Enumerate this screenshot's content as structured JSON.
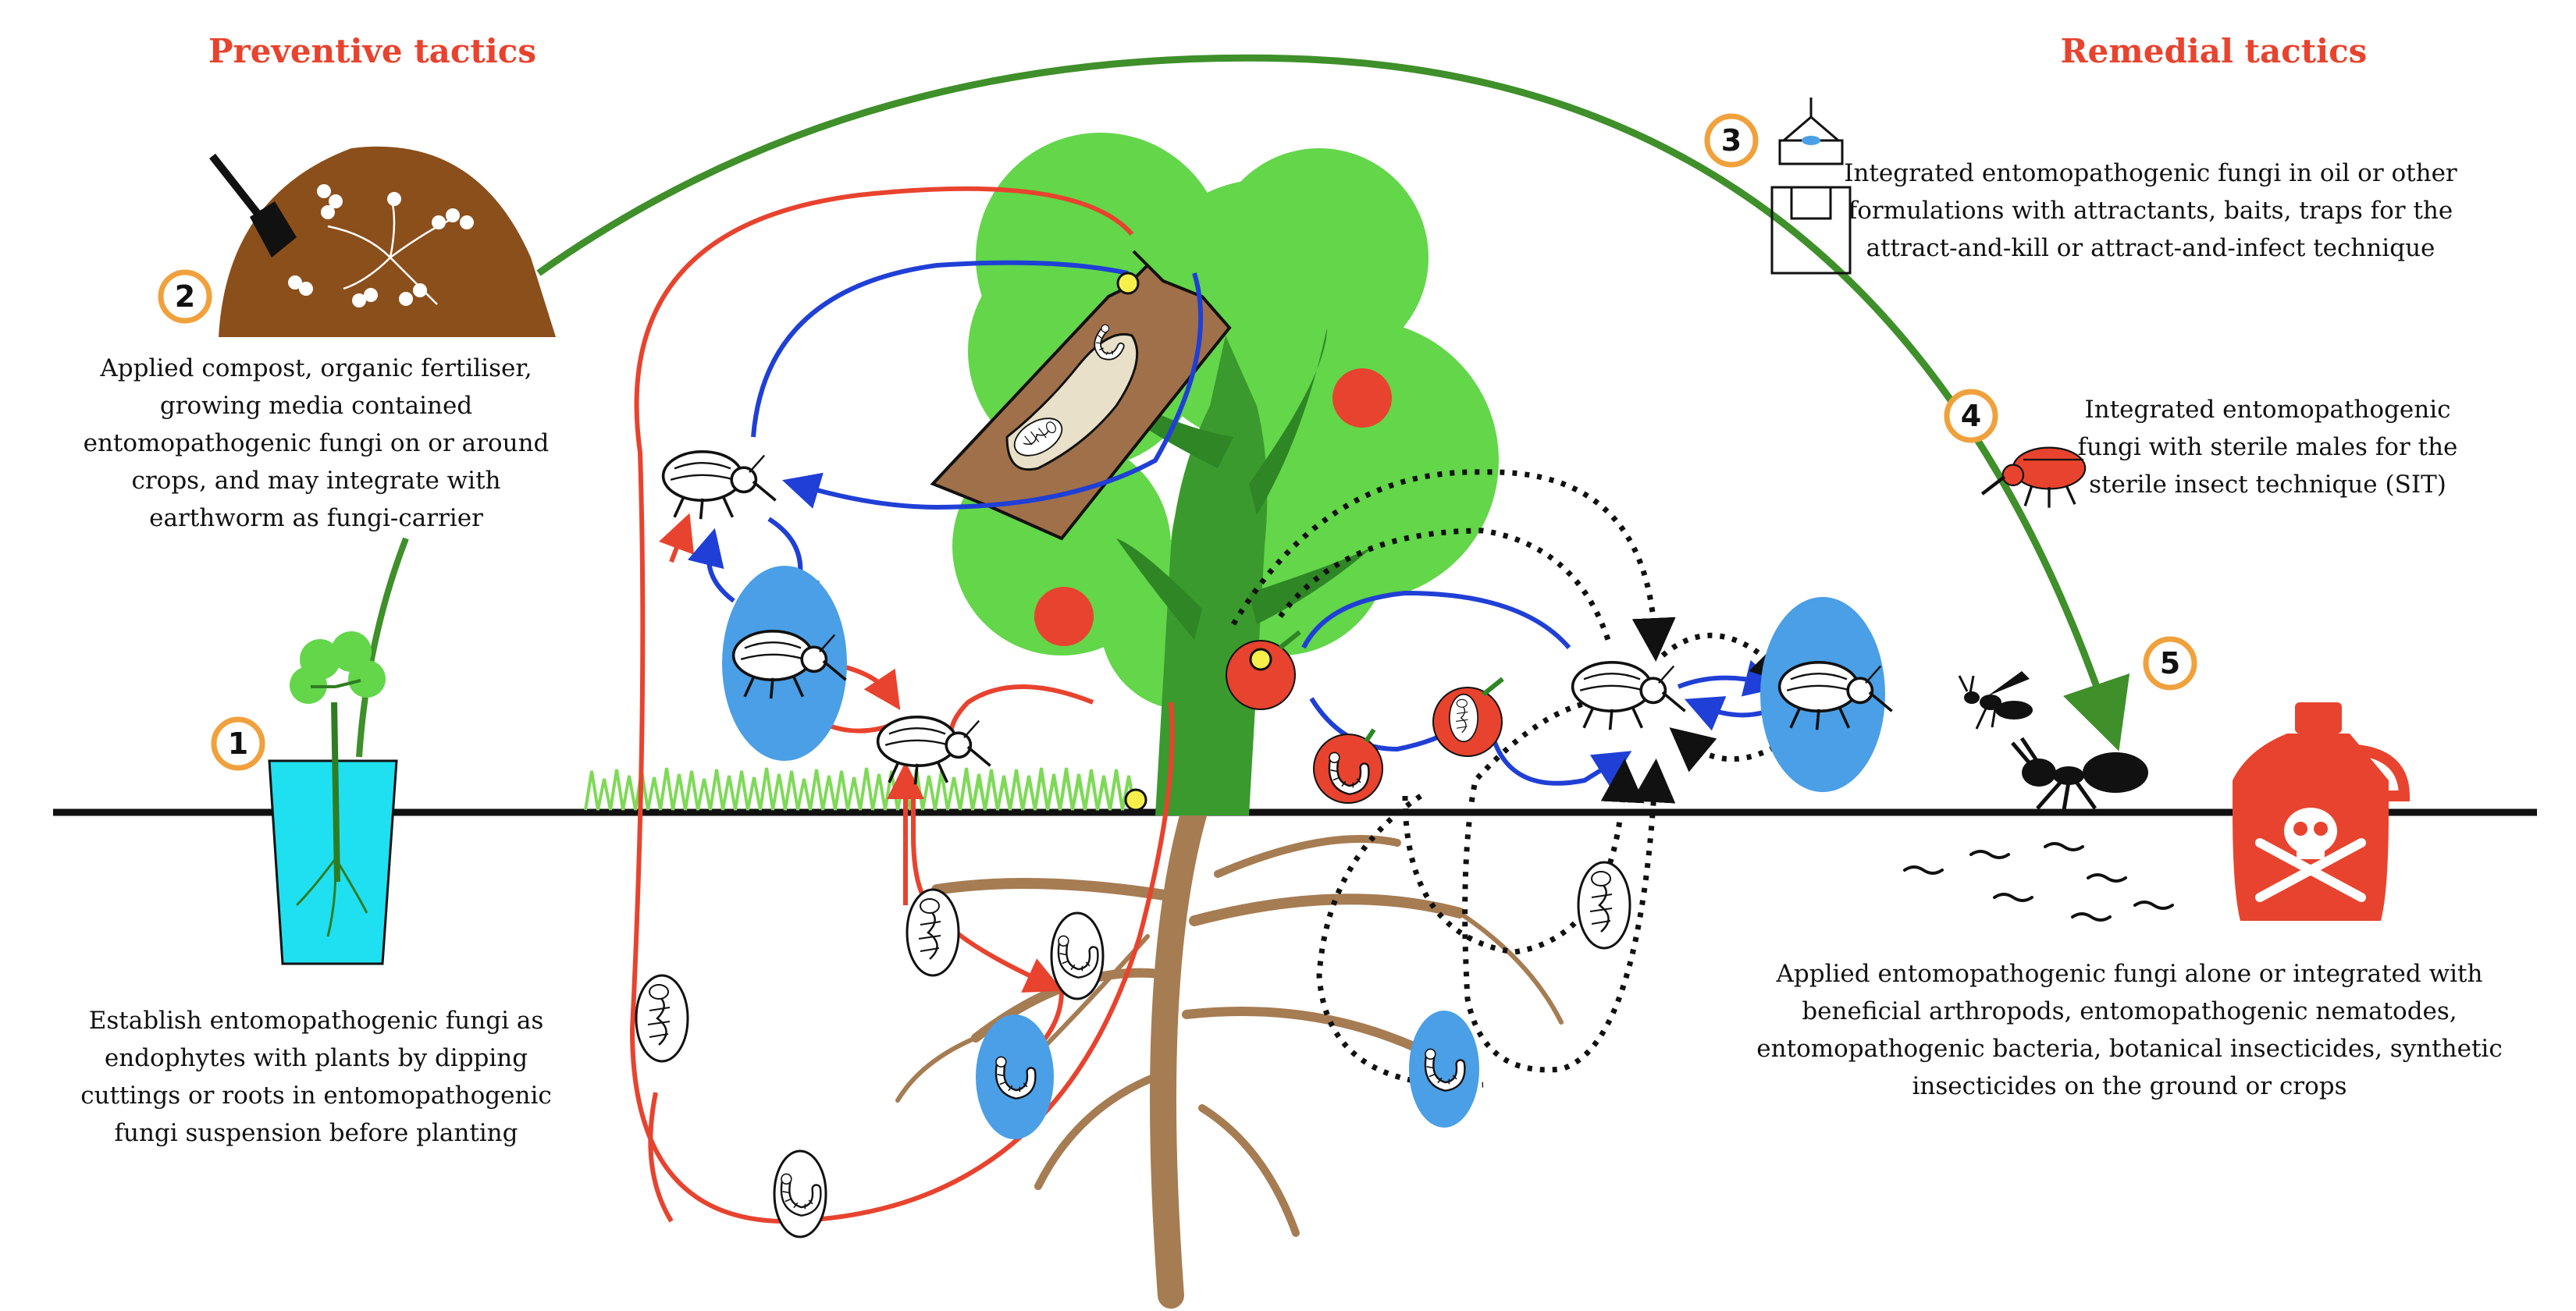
{
  "headings": {
    "preventive": "Preventive tactics",
    "remedial": "Remedial tactics"
  },
  "tactics": [
    {
      "number": "1",
      "lines": [
        "Establish entomopathogenic fungi as",
        "endophytes with plants by dipping",
        "cuttings or roots in entomopathogenic",
        "fungi suspension before planting"
      ]
    },
    {
      "number": "2",
      "lines": [
        "Applied compost, organic fertiliser,",
        "growing media contained",
        "entomopathogenic fungi on or around",
        "crops, and may integrate with",
        "earthworm as fungi-carrier"
      ]
    },
    {
      "number": "3",
      "lines": [
        "Integrated entomopathogenic fungi in oil or other",
        "formulations with attractants, baits, traps for the",
        "attract-and-kill or attract-and-infect technique"
      ]
    },
    {
      "number": "4",
      "lines": [
        "Integrated entomopathogenic",
        "fungi with sterile males for the",
        "sterile insect technique (SIT)"
      ]
    },
    {
      "number": "5",
      "lines": [
        "Applied entomopathogenic fungi alone or integrated with",
        "beneficial arthropods, entomopathogenic nematodes,",
        "entomopathogenic bacteria, botanical insecticides, synthetic",
        "insecticides on the ground or crops"
      ]
    }
  ],
  "colors": {
    "heading": "#e8432e",
    "number_ring": "#f0a13c",
    "green_arrow": "#3f8f2a",
    "red_cycle": "#e8432e",
    "blue_cycle": "#1f3fd6",
    "compost": "#8b4f1b",
    "tree_canopy": "#63d64a",
    "trunk": "#3a9a2e",
    "roots": "#a67c52",
    "pot_water": "#1ee0f0",
    "blue_ellipse": "#4a9fe6",
    "bottle": "#e8432e"
  },
  "icons": [
    "compost-heap-icon",
    "shovel-icon",
    "seedling-in-pot-icon",
    "apple-tree-icon",
    "branch-log-icon",
    "weevil-adult-icon",
    "weevil-pupa-icon",
    "weevil-larva-icon",
    "trap-icon",
    "sterile-weevil-icon",
    "wasp-icon",
    "ant-icon",
    "nematode-icon",
    "insecticide-bottle-icon",
    "skull-crossbones-icon",
    "grass-icon"
  ]
}
